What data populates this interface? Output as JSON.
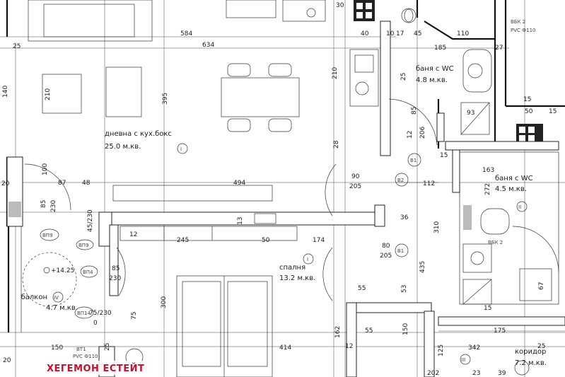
{
  "watermark": "ХЕГЕМОН ЕСТЕЙТ",
  "rooms": {
    "living": {
      "name": "дневна с кух.бокс",
      "area": "25.0 м.кв.",
      "marker": "I"
    },
    "bath1": {
      "name": "баня с WC",
      "area": "4.8 м.кв."
    },
    "bath2": {
      "name": "баня с WC",
      "area": "4.5 м.кв.",
      "marker": "II"
    },
    "bedroom": {
      "name": "спалня",
      "area": "13.2 м.кв.",
      "marker": "I"
    },
    "balcony": {
      "name": "балкон",
      "area": "4.7 м.кв.",
      "marker": "IV"
    },
    "corridor": {
      "name": "коридор",
      "area": "7.2 м.кв.",
      "marker": "III"
    }
  },
  "tags": {
    "b1_top": "B1",
    "b2": "B2",
    "b1_mid": "B1",
    "vp9_a": "ВП9",
    "vp9_b": "ВП9",
    "vp4": "ВП4",
    "vp14": "ВП14",
    "vbk2_top": "ВБК 2",
    "pvc_top": "PVC Ф110",
    "vbk2_mid": "ВБК 2",
    "bt1": "ВТ1",
    "pvc_bottom": "PVC Ф110"
  },
  "level": "+14.25",
  "dims": {
    "d584": "584",
    "d634": "634",
    "d25_left": "25",
    "d140": "140",
    "d210_left": "210",
    "d395": "395",
    "d210_mid": "210",
    "d30_top": "30",
    "d40": "40",
    "d10": "10",
    "d17": "17",
    "d45": "45",
    "d110": "110",
    "d185": "185",
    "d27": "27",
    "d25_bath": "25",
    "d93": "93",
    "d15_a": "15",
    "d50_a": "50",
    "d15_b": "15",
    "d85_a": "85",
    "d206": "206",
    "d12_a": "12",
    "d28": "28",
    "d15_c": "15",
    "d90": "90",
    "d205_a": "205",
    "d112": "112",
    "d163": "163",
    "d272": "272",
    "d20": "20",
    "d100": "100",
    "d87": "87",
    "d48": "48",
    "d494": "494",
    "d85_b": "85",
    "d230_a": "230",
    "d45230": "45/230",
    "d12_b": "12",
    "d36": "36",
    "d245": "245",
    "d13": "13",
    "d50_b": "50",
    "d174": "174",
    "d80": "80",
    "d205_b": "205",
    "d310": "310",
    "d85_c": "85",
    "d230_b": "230",
    "d75230": "75/230",
    "d0": "0",
    "d75": "75",
    "d300": "300",
    "d435": "435",
    "d55_a": "55",
    "d53": "53",
    "d67": "67",
    "d15_d": "15",
    "d150": "150",
    "d414": "414",
    "d25_b": "25",
    "d162": "162",
    "d55_b": "55",
    "d150_b": "150",
    "d12_c": "12",
    "d175": "175",
    "d342": "342",
    "d125": "125",
    "d25_c": "25",
    "d20_b": "20",
    "d202": "202",
    "d23": "23",
    "d39": "39"
  }
}
